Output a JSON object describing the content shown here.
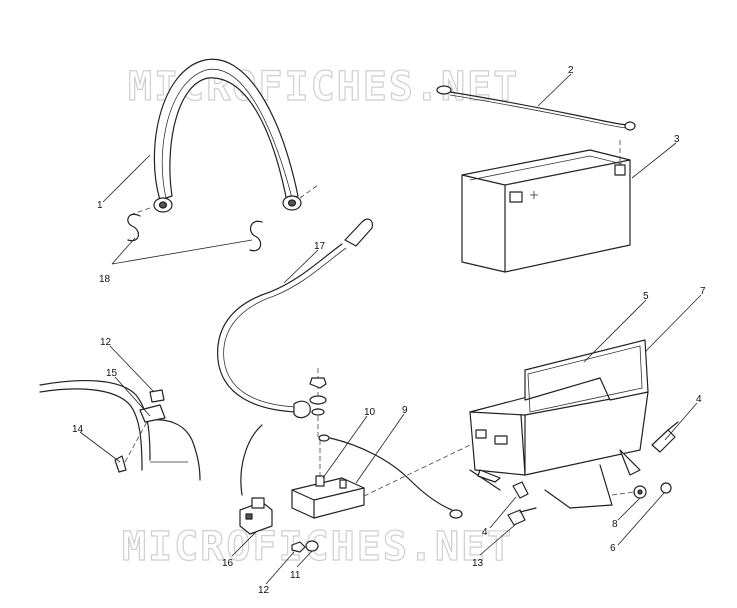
{
  "watermark": "MICROFICHES.NET",
  "callouts": [
    "1",
    "2",
    "3",
    "4",
    "4",
    "5",
    "6",
    "7",
    "8",
    "9",
    "10",
    "11",
    "12",
    "12",
    "13",
    "14",
    "15",
    "16",
    "17",
    "18"
  ]
}
